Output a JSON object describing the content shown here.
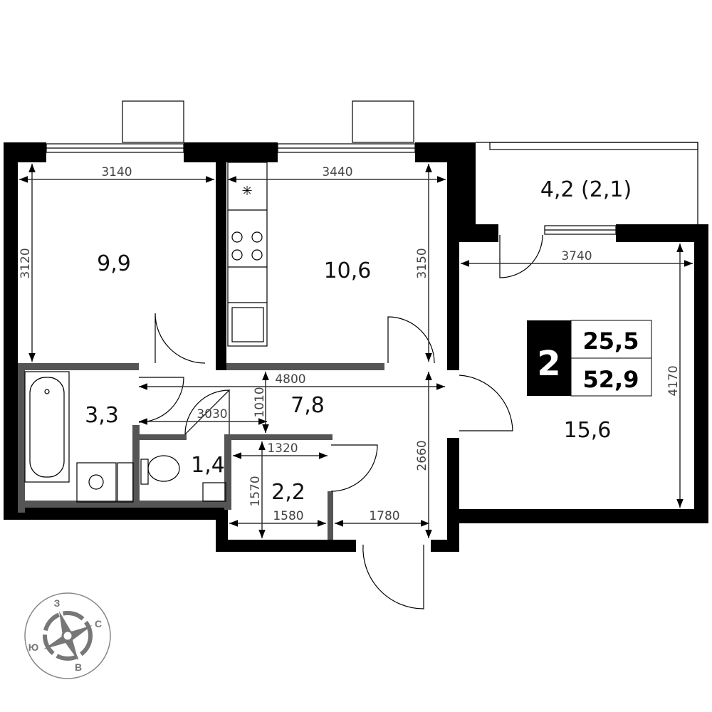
{
  "rooms": {
    "bedroom": "9,9",
    "kitchen": "10,6",
    "balcony": "4,2 (2,1)",
    "living": "15,6",
    "bathroom": "3,3",
    "hall": "7,8",
    "toilet": "1,4",
    "closet": "2,2"
  },
  "summary": {
    "rooms_count": "2",
    "living_area": "25,5",
    "total_area": "52,9"
  },
  "dimensions": {
    "bedroom_width": "3140",
    "bedroom_depth": "3120",
    "kitchen_width": "3440",
    "kitchen_depth": "3150",
    "living_width": "3740",
    "living_depth": "4170",
    "hall_length": "4800",
    "hall_width": "1010",
    "bath_width": "3030",
    "closet_width_top": "1320",
    "closet_depth": "1570",
    "closet_width_bottom": "1580",
    "entry_width": "1780",
    "corridor_length": "2660"
  },
  "compass": {
    "north": "С",
    "south": "Ю",
    "west": "З",
    "east": "В"
  }
}
